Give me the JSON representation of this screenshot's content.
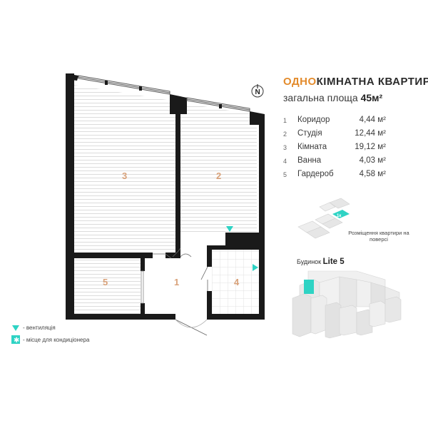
{
  "header": {
    "title_accent": "ОДНО",
    "title_rest": "КІМНАТНА КВАРТИРА",
    "subtitle_prefix": "загальна площа",
    "total_area": "45м²"
  },
  "rooms": [
    {
      "num": "1",
      "name": "Коридор",
      "area": "4,44 м²"
    },
    {
      "num": "2",
      "name": "Студія",
      "area": "12,44 м²"
    },
    {
      "num": "3",
      "name": "Кімната",
      "area": "19,12 м²"
    },
    {
      "num": "4",
      "name": "Ванна",
      "area": "4,03 м²"
    },
    {
      "num": "5",
      "name": "Гардероб",
      "area": "4,58 м²"
    }
  ],
  "plan_labels": [
    "3",
    "2",
    "5",
    "1",
    "4"
  ],
  "compass": {
    "letter": "N"
  },
  "legend": [
    {
      "icon": "triangle-down-icon",
      "text": "- вентиляція",
      "color": "#2ed3c4"
    },
    {
      "icon": "snowflake-icon",
      "text": "- місце для кондиціонера",
      "color": "#2ed3c4"
    }
  ],
  "location": {
    "floor_caption": "Розміщення квартири на поверсі",
    "marker": "1к",
    "building_prefix": "Будинок",
    "building_name": "Lite 5"
  },
  "colors": {
    "accent_orange": "#e38b2c",
    "teal": "#2ed3c4",
    "wall": "#1a1a1a",
    "room_number": "#d9a27a"
  }
}
